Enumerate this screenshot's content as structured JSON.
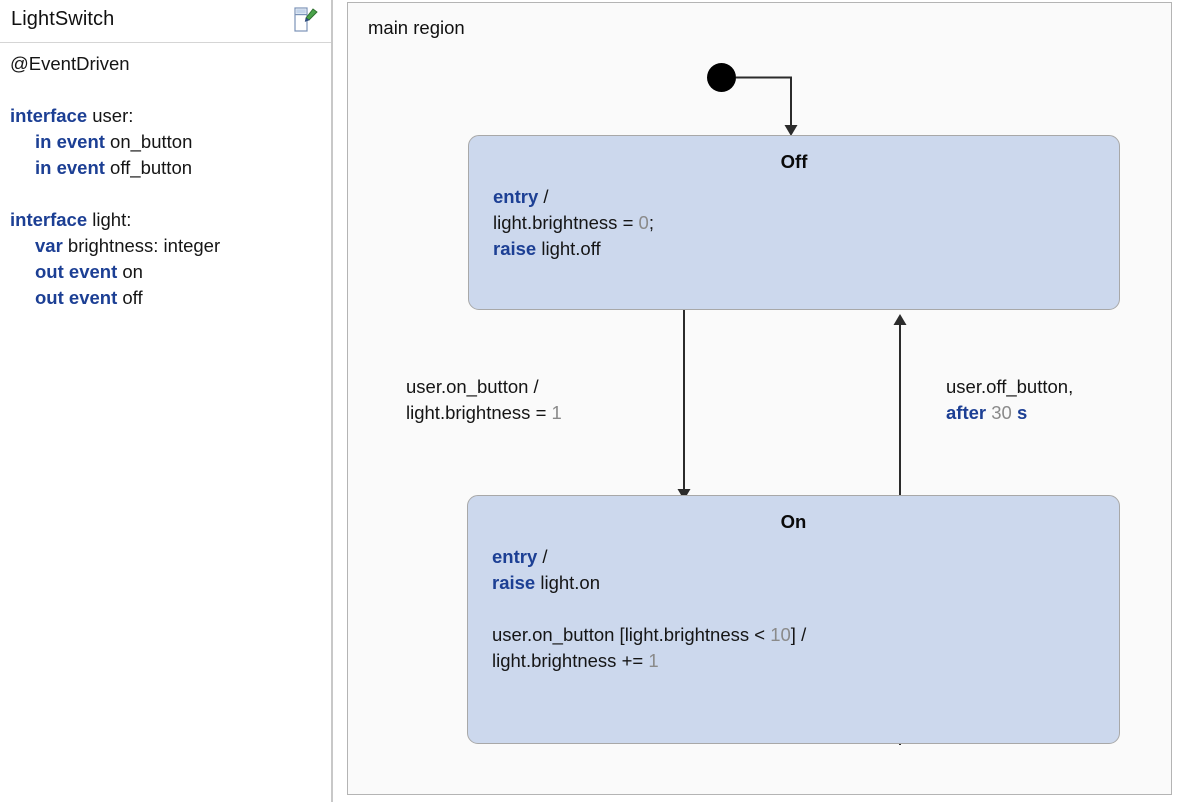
{
  "sidebar": {
    "title": "LightSwitch",
    "icon": "statechart-edit-icon",
    "annotation": "@EventDriven",
    "code": [
      {
        "indent": false,
        "parts": [
          {
            "t": "interface",
            "kw": true
          },
          {
            "t": " user:",
            "kw": false
          }
        ]
      },
      {
        "indent": true,
        "parts": [
          {
            "t": "in event",
            "kw": true
          },
          {
            "t": " on_button",
            "kw": false
          }
        ]
      },
      {
        "indent": true,
        "parts": [
          {
            "t": "in event",
            "kw": true
          },
          {
            "t": " off_button",
            "kw": false
          }
        ]
      },
      {
        "blank": true
      },
      {
        "indent": false,
        "parts": [
          {
            "t": "interface",
            "kw": true
          },
          {
            "t": " light:",
            "kw": false
          }
        ]
      },
      {
        "indent": true,
        "parts": [
          {
            "t": "var",
            "kw": true
          },
          {
            "t": " brightness: integer",
            "kw": false
          }
        ]
      },
      {
        "indent": true,
        "parts": [
          {
            "t": "out event",
            "kw": true
          },
          {
            "t": " on",
            "kw": false
          }
        ]
      },
      {
        "indent": true,
        "parts": [
          {
            "t": "out event",
            "kw": true
          },
          {
            "t": " off",
            "kw": false
          }
        ]
      }
    ]
  },
  "canvas": {
    "region_label": "main region",
    "initial_node": "initial-state-node",
    "states": [
      {
        "id": "off",
        "name": "Off",
        "lines": [
          {
            "parts": [
              {
                "t": "entry",
                "kw": true
              },
              {
                "t": " /",
                "kw": false
              }
            ]
          },
          {
            "parts": [
              {
                "t": "light.brightness = ",
                "kw": false
              },
              {
                "t": "0",
                "num": true
              },
              {
                "t": ";",
                "kw": false
              }
            ]
          },
          {
            "parts": [
              {
                "t": "raise",
                "kw": true
              },
              {
                "t": " light.off",
                "kw": false
              }
            ]
          }
        ]
      },
      {
        "id": "on",
        "name": "On",
        "lines": [
          {
            "parts": [
              {
                "t": "entry",
                "kw": true
              },
              {
                "t": " /",
                "kw": false
              }
            ]
          },
          {
            "parts": [
              {
                "t": "raise",
                "kw": true
              },
              {
                "t": " light.on",
                "kw": false
              }
            ]
          },
          {
            "blank": true
          },
          {
            "parts": [
              {
                "t": "user.on_button [light.brightness < ",
                "kw": false
              },
              {
                "t": "10",
                "num": true
              },
              {
                "t": "] /",
                "kw": false
              }
            ]
          },
          {
            "parts": [
              {
                "t": "light.brightness += ",
                "kw": false
              },
              {
                "t": "1",
                "num": true
              }
            ]
          }
        ]
      }
    ],
    "transitions": [
      {
        "id": "off-to-on",
        "lines": [
          {
            "parts": [
              {
                "t": "user.on_button /",
                "kw": false
              }
            ]
          },
          {
            "parts": [
              {
                "t": "light.brightness = ",
                "kw": false
              },
              {
                "t": "1",
                "num": true
              }
            ]
          }
        ]
      },
      {
        "id": "on-to-off",
        "lines": [
          {
            "parts": [
              {
                "t": "user.off_button,",
                "kw": false
              }
            ]
          },
          {
            "parts": [
              {
                "t": "after",
                "kw": true
              },
              {
                "t": " ",
                "kw": false
              },
              {
                "t": "30",
                "num": true
              },
              {
                "t": " ",
                "kw": false
              },
              {
                "t": "s",
                "kw": true
              }
            ]
          }
        ]
      }
    ]
  },
  "colors": {
    "keyword_blue": "#1c3f94",
    "state_fill": "#ccd8ed",
    "state_border": "#a8a8a8",
    "number_gray": "#8a8a8a",
    "canvas_bg": "#fafafa",
    "wire": "#2b2b2b"
  }
}
